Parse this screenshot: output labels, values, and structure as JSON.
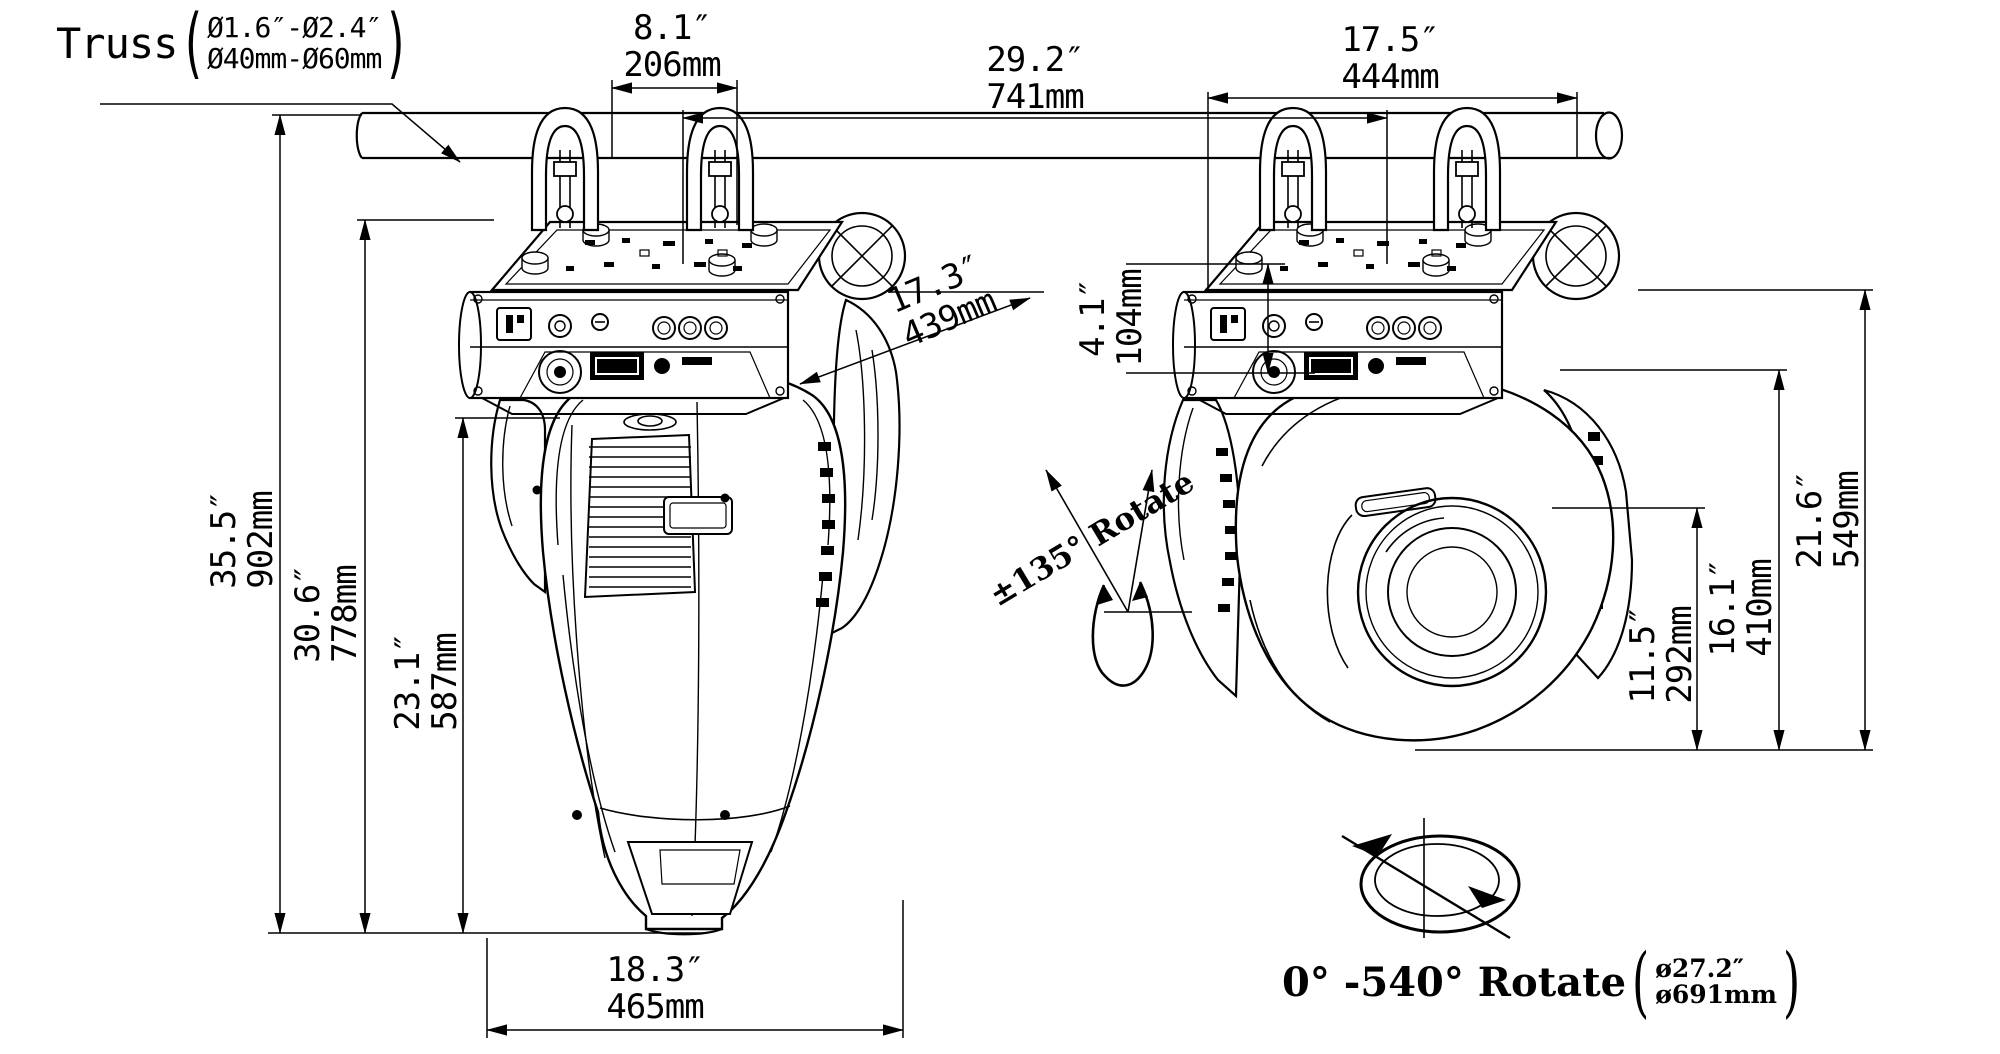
{
  "truss_label": {
    "name": "Truss",
    "open": "(",
    "dia_in": "Ø1.6″-Ø2.4″",
    "dia_mm": "Ø40mm-Ø60mm",
    "close": ")"
  },
  "dimensions": {
    "clamp_spacing": {
      "inches": "8.1″",
      "mm": "206mm"
    },
    "fixture_spacing": {
      "inches": "29.2″",
      "mm": "741mm"
    },
    "base_width": {
      "inches": "17.5″",
      "mm": "444mm"
    },
    "base_depth": {
      "inches": "17.3″",
      "mm": "439mm"
    },
    "base_height": {
      "inches": "4.1″",
      "mm": "104mm"
    },
    "total_height": {
      "inches": "35.5″",
      "mm": "902mm"
    },
    "body_height": {
      "inches": "30.6″",
      "mm": "778mm"
    },
    "head_height": {
      "inches": "23.1″",
      "mm": "587mm"
    },
    "side_height_low": {
      "inches": "11.5″",
      "mm": "292mm"
    },
    "side_height_mid": {
      "inches": "16.1″",
      "mm": "410mm"
    },
    "side_height_high": {
      "inches": "21.6″",
      "mm": "549mm"
    },
    "head_width": {
      "inches": "18.3″",
      "mm": "465mm"
    }
  },
  "annotations": {
    "tilt_rotate": "±135° Rotate",
    "pan_rotate_prefix": "0° -540° Rotate",
    "pan_open": "(",
    "pan_dia_in": "ø27.2″",
    "pan_dia_mm": "ø691mm",
    "pan_close": ")"
  }
}
